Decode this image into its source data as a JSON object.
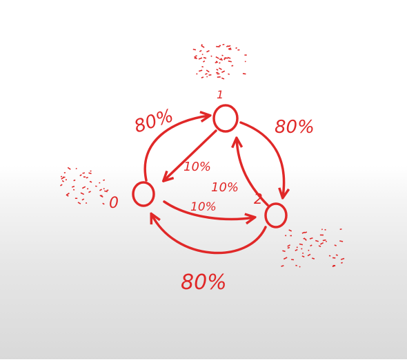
{
  "diagram": {
    "ink_color": "#e02828",
    "states": [
      {
        "id": "1",
        "label": "1"
      },
      {
        "id": "0",
        "label": "0"
      },
      {
        "id": "2",
        "label": "2"
      }
    ],
    "transitions": [
      {
        "from": "0",
        "to": "1",
        "label": "80%"
      },
      {
        "from": "1",
        "to": "2",
        "label": "80%"
      },
      {
        "from": "2",
        "to": "0",
        "label": "80%"
      },
      {
        "from": "1",
        "to": "0",
        "label": "10%"
      },
      {
        "from": "2",
        "to": "1",
        "label": "10%"
      },
      {
        "from": "0",
        "to": "2",
        "label": "10%"
      }
    ]
  }
}
